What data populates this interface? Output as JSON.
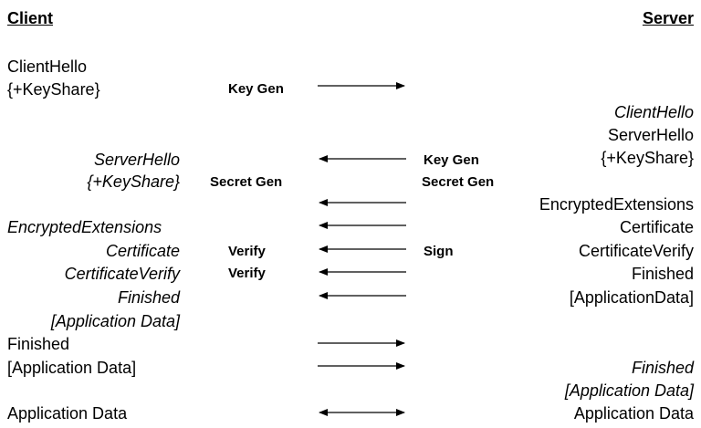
{
  "headers": {
    "client": "Client",
    "server": "Server"
  },
  "client": {
    "client_hello": "ClientHello",
    "client_keyshare": "{+KeyShare}",
    "server_hello": "ServerHello",
    "server_keyshare": "{+KeyShare}",
    "encrypted_extensions": "EncryptedExtensions",
    "certificate": "Certificate",
    "certificate_verify": "CertificateVerify",
    "finished_in": "Finished",
    "app_data_in": "[Application Data]",
    "finished_out": "Finished",
    "app_data_out": "[Application Data]",
    "application_data": "Application Data"
  },
  "client_ops": {
    "key_gen": "Key Gen",
    "secret_gen": "Secret Gen",
    "verify_cert": "Verify",
    "verify_cv": "Verify"
  },
  "server_ops": {
    "key_gen": "Key Gen",
    "secret_gen": "Secret Gen",
    "sign": "Sign"
  },
  "server": {
    "client_hello": "ClientHello",
    "server_hello": "ServerHello",
    "keyshare": "{+KeyShare}",
    "encrypted_extensions": "EncryptedExtensions",
    "certificate": "Certificate",
    "certificate_verify": "CertificateVerify",
    "finished": "Finished",
    "application_data_bracket": "[ApplicationData]",
    "finished_in": "Finished",
    "app_data_in": "[Application Data]",
    "application_data": "Application Data"
  }
}
